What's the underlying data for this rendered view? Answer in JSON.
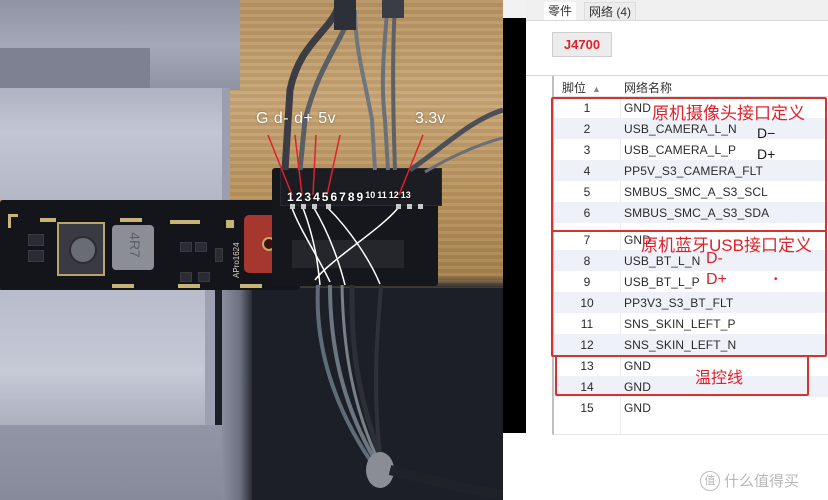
{
  "photo": {
    "signal_labels": "G d- d+ 5v",
    "signal_33": "3.3v",
    "connector_pins": [
      "1",
      "2",
      "3",
      "4",
      "5",
      "6",
      "7",
      "8",
      "9",
      "10",
      "11",
      "12",
      "13"
    ],
    "inductor_marking": "4R7",
    "board_marking": "APro1624",
    "annotation_color": "#e0202a"
  },
  "panel": {
    "tabs": [
      {
        "label": "零件",
        "active": true
      },
      {
        "label": "网络 (4)",
        "active": false
      }
    ],
    "component_id": "J4700",
    "component_color": "#e0202a",
    "table": {
      "columns": [
        "脚位",
        "网络名称"
      ],
      "sort_icon": "sort-ascending-icon",
      "rows": [
        {
          "pin": "1",
          "net": "GND"
        },
        {
          "pin": "2",
          "net": "USB_CAMERA_L_N"
        },
        {
          "pin": "3",
          "net": "USB_CAMERA_L_P"
        },
        {
          "pin": "4",
          "net": "PP5V_S3_CAMERA_FLT"
        },
        {
          "pin": "5",
          "net": "SMBUS_SMC_A_S3_SCL"
        },
        {
          "pin": "6",
          "net": "SMBUS_SMC_A_S3_SDA"
        },
        {
          "pin": "7",
          "net": "GND"
        },
        {
          "pin": "8",
          "net": "USB_BT_L_N"
        },
        {
          "pin": "9",
          "net": "USB_BT_L_P"
        },
        {
          "pin": "10",
          "net": "PP3V3_S3_BT_FLT"
        },
        {
          "pin": "11",
          "net": "SNS_SKIN_LEFT_P"
        },
        {
          "pin": "12",
          "net": "SNS_SKIN_LEFT_N"
        },
        {
          "pin": "13",
          "net": "GND"
        },
        {
          "pin": "14",
          "net": "GND"
        },
        {
          "pin": "15",
          "net": "GND"
        }
      ]
    }
  },
  "annotations": {
    "camera_title": "原机摄像头接口定义",
    "camera_dminus": "D−",
    "camera_dplus": "D+",
    "bt_title": "原机蓝牙USB接口定义",
    "bt_dminus": "D-",
    "bt_dplus": "D+",
    "thermal_title": "温控线",
    "box_color": "#d6332e"
  },
  "watermark": {
    "logo": "值",
    "text": "什么值得买"
  }
}
